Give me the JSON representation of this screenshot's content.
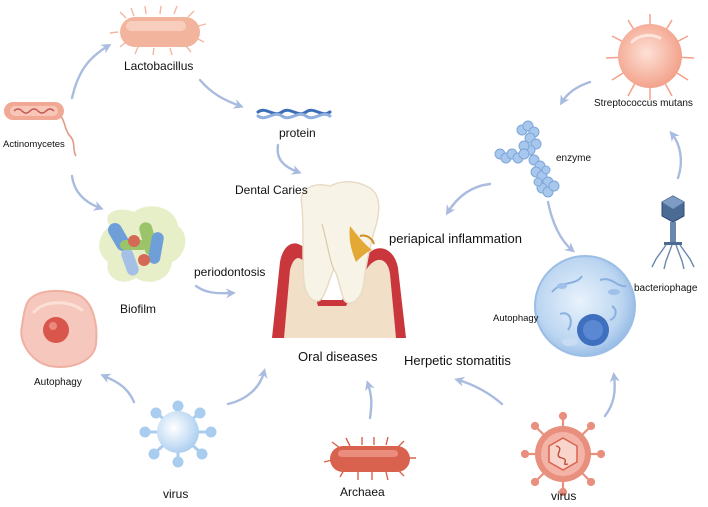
{
  "labels": {
    "lactobacillus": "Lactobacillus",
    "protein": "protein",
    "actinomycetes": "Actinomycetes",
    "dental_caries": "Dental Caries",
    "periodontosis": "periodontosis",
    "biofilm": "Biofilm",
    "autophagy_left": "Autophagy",
    "virus_left": "virus",
    "archaea": "Archaea",
    "oral_diseases": "Oral diseases",
    "herpetic_stomatitis": "Herpetic stomatitis",
    "virus_right": "virus",
    "periapical_inflammation": "periapical inflammation",
    "enzyme": "enzyme",
    "streptococcus_mutans": "Streptococcus mutans",
    "bacteriophage": "bacteriophage",
    "autophagy_right": "Autophagy"
  },
  "colors": {
    "arrow": "#a9bce0",
    "lactobacillus": "#f0b39e",
    "streptococcus": "#f4a08a",
    "archaea": "#d9624f",
    "virus_blue": "#bfdaf2",
    "virus_red": "#e98f7e",
    "gum": "#c9363b",
    "tooth": "#f6efda",
    "cell_pink": "#f4c0b6",
    "enzyme": "#9fc3e9"
  },
  "icons": [
    "lactobacillus-icon",
    "protein-icon",
    "actinomycetes-icon",
    "biofilm-icon",
    "autophagy-cell-icon",
    "virus-blue-icon",
    "archaea-icon",
    "tooth-icon",
    "virus-red-icon",
    "autophagy-blue-cell-icon",
    "bacteriophage-icon",
    "enzyme-icon",
    "streptococcus-icon"
  ]
}
